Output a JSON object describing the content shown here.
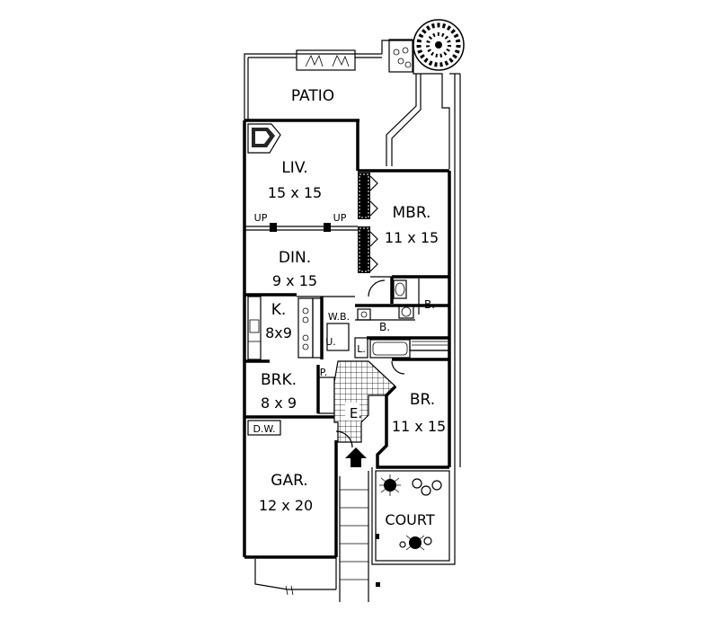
{
  "plan": {
    "patio": "PATIO",
    "liv": {
      "label": "LIV.",
      "size": "15 x 15"
    },
    "din": {
      "label": "DIN.",
      "size": "9 x 15"
    },
    "kitchen": {
      "label": "K.",
      "size": "8x9"
    },
    "wb": "W.B.",
    "util": "U.",
    "brk": {
      "label": "BRK.",
      "size": "8 x 9"
    },
    "pantry": "P.",
    "mbr": {
      "label": "MBR.",
      "size": "11 x 15"
    },
    "bath1": "B.",
    "bath2": "B.",
    "linen": "L.",
    "br": {
      "label": "BR.",
      "size": "11 x 15"
    },
    "entry": "E.",
    "dw": "D.W.",
    "gar": {
      "label": "GAR.",
      "size": "12 x 20"
    },
    "court": "COURT",
    "up_left": "UP",
    "up_right": "UP"
  }
}
